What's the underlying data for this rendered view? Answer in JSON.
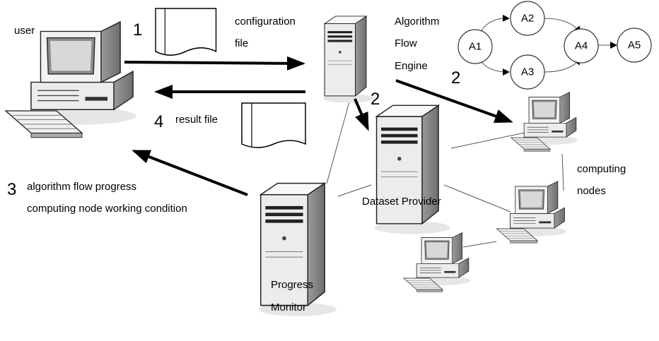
{
  "labels": {
    "user": "user",
    "config_file": [
      "configuration",
      "file"
    ],
    "engine": [
      "Algorithm",
      "Flow",
      "Engine"
    ],
    "result_file": "result file",
    "progress_text": [
      "algorithm flow progress",
      "computing node working condition"
    ],
    "dataset_provider": "Dataset Provider",
    "computing_nodes": [
      "computing",
      "nodes"
    ],
    "progress_monitor": [
      "Progress",
      "Monitor"
    ]
  },
  "step_numbers": {
    "config": "1",
    "engine_to_nodes": "2",
    "engine_to_dataset": "2",
    "progress": "3",
    "result": "4"
  },
  "algorithm_flow": {
    "nodes": [
      "A1",
      "A2",
      "A3",
      "A4",
      "A5"
    ],
    "edges": [
      [
        "A1",
        "A2"
      ],
      [
        "A1",
        "A3"
      ],
      [
        "A2",
        "A4"
      ],
      [
        "A3",
        "A4"
      ],
      [
        "A4",
        "A5"
      ]
    ]
  }
}
